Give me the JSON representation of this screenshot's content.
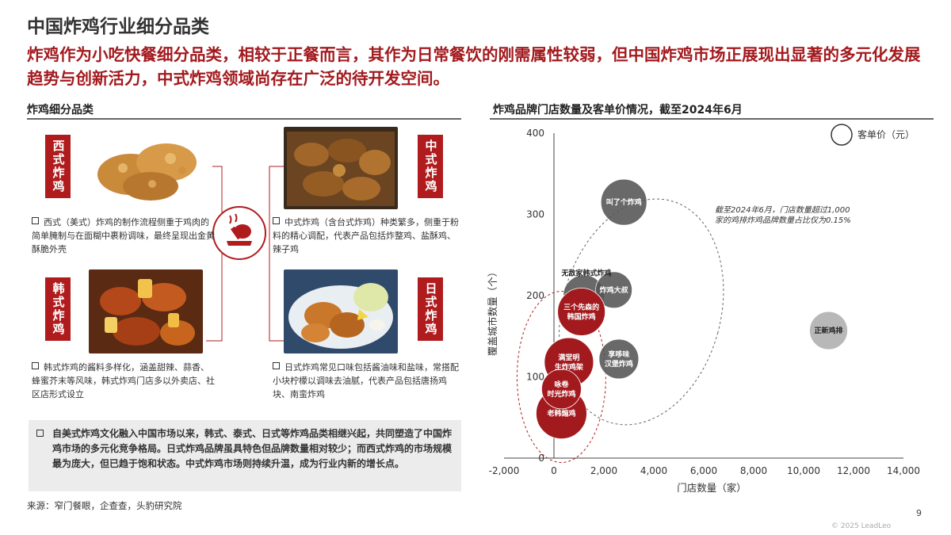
{
  "title": "中国炸鸡行业细分品类",
  "subtitle": "炸鸡作为小吃快餐细分品类，相较于正餐而言，其作为日常餐饮的刚需属性较弱，但中国炸鸡市场正展现出显著的多元化发展趋势与创新活力，中式炸鸡领域尚存在广泛的待开发空间。",
  "left_section": {
    "title": "炸鸡细分品类",
    "categories": [
      {
        "label": "西式炸鸡",
        "photo": "western-fried-chicken-photo",
        "description": "西式（美式）炸鸡的制作流程侧重于鸡肉的简单腌制与在面糊中裹粉调味，最终呈现出金黄酥脆外壳"
      },
      {
        "label": "中式炸鸡",
        "photo": "chinese-fried-chicken-photo",
        "description": "中式炸鸡（含台式炸鸡）种类繁多，侧重于粉料的精心调配，代表产品包括炸整鸡、盐酥鸡、辣子鸡"
      },
      {
        "label": "韩式炸鸡",
        "photo": "korean-fried-chicken-photo",
        "description": "韩式炸鸡的酱料多样化，涵盖甜辣、蒜香、蜂蜜芥末等风味，韩式炸鸡门店多以外卖店、社区店形式设立"
      },
      {
        "label": "日式炸鸡",
        "photo": "japanese-fried-chicken-photo",
        "description": "日式炸鸡常见口味包括酱油味和盐味，常搭配小块柠檬以调味去油腻，代表产品包括唐扬鸡块、南蛮炸鸡"
      }
    ],
    "center_icon": "fried-chicken-icon",
    "summary": "自美式炸鸡文化融入中国市场以来，韩式、泰式、日式等炸鸡品类相继兴起，共同塑造了中国炸鸡市场的多元化竞争格局。日式炸鸡品牌虽具特色但品牌数量相对较少；而西式炸鸡的市场规模最为庞大，但已趋于饱和状态。中式炸鸡市场则持续升温，成为行业内新的增长点。"
  },
  "chart_data": {
    "type": "scatter",
    "title": "炸鸡品牌门店数量及客单价情况，截至2024年6月",
    "xlabel": "门店数量（家）",
    "ylabel": "覆盖城市数量（个）",
    "xlim": [
      -2000,
      14000
    ],
    "ylim": [
      0,
      400
    ],
    "xticks": [
      "-2,000",
      "0",
      "2,000",
      "4,000",
      "6,000",
      "8,000",
      "10,000",
      "12,000",
      "14,000"
    ],
    "yticks": [
      "0",
      "100",
      "200",
      "300",
      "400"
    ],
    "legend": "客单价（元）",
    "legend_position": "top-right",
    "points": [
      {
        "name": "正新鸡排",
        "x": 11000,
        "y": 157,
        "color": "#b8b8b8"
      },
      {
        "name": "叫了个炸鸡",
        "x": 2800,
        "y": 315,
        "color": "#555555"
      },
      {
        "name": "炸鸡大叔",
        "x": 2400,
        "y": 207,
        "color": "#555555"
      },
      {
        "name": "无敌家韩式炸鸡",
        "x": 1200,
        "y": 200,
        "color": "#555555"
      },
      {
        "name": "三个先森的韩国炸鸡",
        "x": 1100,
        "y": 180,
        "color": "#a31a1e"
      },
      {
        "name": "享哆味汉堡炸鸡",
        "x": 2600,
        "y": 122,
        "color": "#555555"
      },
      {
        "name": "满堂明生炸鸡架",
        "x": 600,
        "y": 118,
        "color": "#a31a1e"
      },
      {
        "name": "咏卷时光炸鸡",
        "x": 300,
        "y": 85,
        "color": "#a31a1e"
      },
      {
        "name": "老韩煽鸡",
        "x": 300,
        "y": 55,
        "color": "#a31a1e"
      }
    ],
    "annotation": "截至2024年6月，门店数量超过1,000家的鸡排炸鸡品牌数量占比仅为0.15%"
  },
  "source": "来源：窄门餐眼，企查查，头豹研究院",
  "page_number": "9",
  "copyright": "© 2025 LeadLeo"
}
